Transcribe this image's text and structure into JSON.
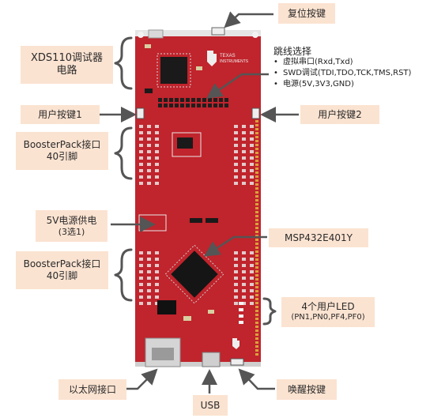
{
  "labels": {
    "reset": "复位按键",
    "xds_line1": "XDS110调试器",
    "xds_line2": "电路",
    "jumper_title": "跳线选择",
    "jumper_items": [
      "虚拟串口(Rxd,Txd)",
      "SWD调试(TDI,TDO,TCK,TMS,RST)",
      "电源(5V,3V3,GND)"
    ],
    "user_btn1": "用户按键1",
    "user_btn2": "用户按键2",
    "bp_top_line1": "BoosterPack接口",
    "bp_top_line2": "40引脚",
    "power_line1": "5V电源供电",
    "power_line2": "(3选1)",
    "mcu": "MSP432E401Y",
    "bp_bottom_line1": "BoosterPack接口",
    "bp_bottom_line2": "40引脚",
    "led_line1": "4个用户LED",
    "led_line2": "(PN1,PN0,PF4,PF0)",
    "ethernet": "以太网接口",
    "usb": "USB",
    "wake": "唤醒按键"
  },
  "board": {
    "brand_line1": "TEXAS",
    "brand_line2": "INSTRUMENTS",
    "color": "#c0242c",
    "color_dark": "#8e141b"
  },
  "colors": {
    "label_bg": "#fbe3d1",
    "arrow": "#555555"
  }
}
